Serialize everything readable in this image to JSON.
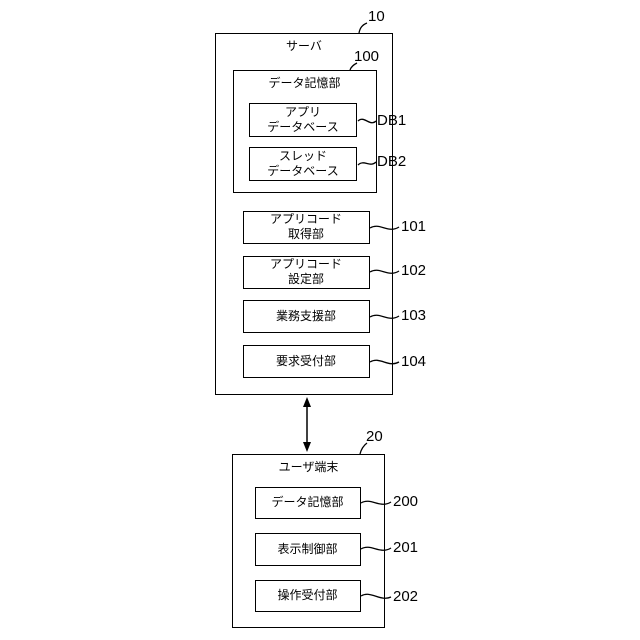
{
  "server": {
    "ref": "10",
    "title": "サーバ",
    "data_storage": {
      "ref": "100",
      "title": "データ記憶部",
      "databases": [
        {
          "ref": "DB1",
          "lines": [
            "アプリ",
            "データベース"
          ]
        },
        {
          "ref": "DB2",
          "lines": [
            "スレッド",
            "データベース"
          ]
        }
      ]
    },
    "units": [
      {
        "ref": "101",
        "lines": [
          "アプリコード",
          "取得部"
        ]
      },
      {
        "ref": "102",
        "lines": [
          "アプリコード",
          "設定部"
        ]
      },
      {
        "ref": "103",
        "lines": [
          "業務支援部"
        ]
      },
      {
        "ref": "104",
        "lines": [
          "要求受付部"
        ]
      }
    ]
  },
  "user_terminal": {
    "ref": "20",
    "title": "ユーザ端末",
    "units": [
      {
        "ref": "200",
        "lines": [
          "データ記憶部"
        ]
      },
      {
        "ref": "201",
        "lines": [
          "表示制御部"
        ]
      },
      {
        "ref": "202",
        "lines": [
          "操作受付部"
        ]
      }
    ]
  }
}
